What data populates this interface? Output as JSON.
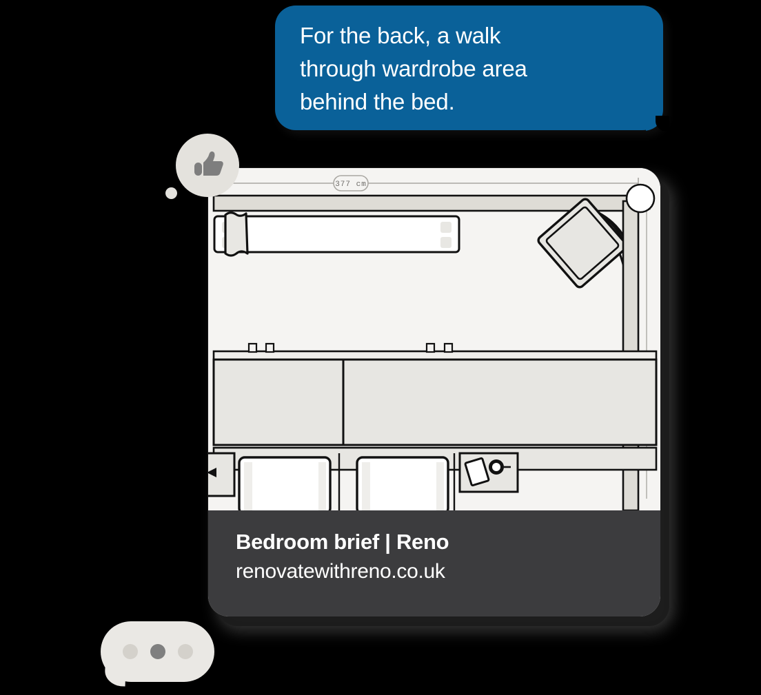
{
  "theme": {
    "page_background": "#000000",
    "bubble_blue": "#0A6199",
    "bubble_text": "#FFFFFF",
    "card_background": "#F5F4F2",
    "caption_background": "#3C3C3E",
    "caption_text": "#FFFFFF",
    "reaction_background": "#E4E2DD",
    "reaction_glyph": "#7E7E7E",
    "typing_background": "#EAE8E4",
    "typing_dot_active": "#7F7F7F",
    "typing_dot_idle": "#D4D1CB",
    "plan_line": "#111111",
    "plan_wall_fill": "#DEDCD6",
    "plan_furniture_fill": "#E7E6E2",
    "plan_bed_fill": "#FFFFFF"
  },
  "message": {
    "text": "For the back, a walk\nthrough wardrobe area\nbehind the bed.",
    "direction": "outgoing"
  },
  "reaction": {
    "icon": "thumbs-up-icon",
    "label": "Thumbs up"
  },
  "link_preview": {
    "title": "Bedroom brief | Reno",
    "domain": "renovatewithreno.co.uk"
  },
  "floor_plan": {
    "dimension_label": "377 cm",
    "elements": [
      {
        "name": "top-dimension-line",
        "label": "377 cm"
      },
      {
        "name": "top-wall-band"
      },
      {
        "name": "wardrobe-run"
      },
      {
        "name": "curtain"
      },
      {
        "name": "door-swing"
      },
      {
        "name": "right-wall"
      },
      {
        "name": "corner-node"
      },
      {
        "name": "cabinet-left"
      },
      {
        "name": "cabinet-right"
      },
      {
        "name": "bed-left"
      },
      {
        "name": "bed-right"
      },
      {
        "name": "nightstand-left"
      },
      {
        "name": "nightstand-right"
      },
      {
        "name": "lamp"
      }
    ]
  },
  "typing_indicator": {
    "dots": [
      "idle",
      "active",
      "idle"
    ],
    "label": "Typing"
  }
}
